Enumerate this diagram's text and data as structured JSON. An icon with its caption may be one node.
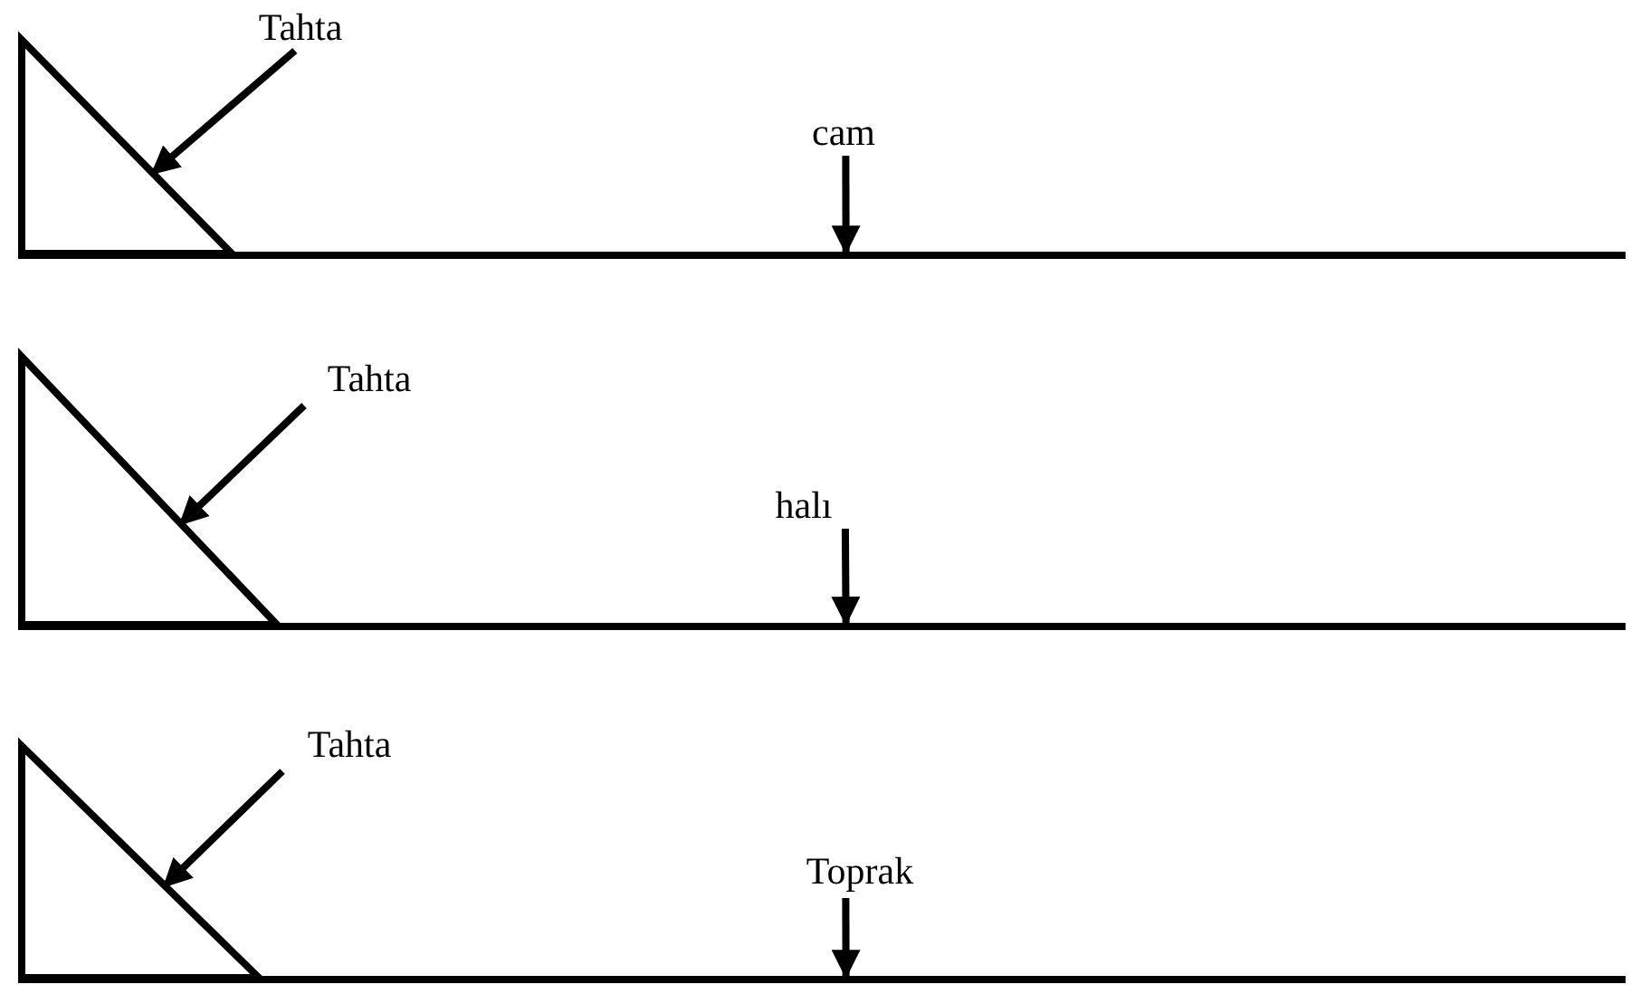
{
  "diagram": {
    "nodes": [
      {
        "text": [
          "Tahta"
        ]
      },
      {
        "text": [],
        "shape": "triangle"
      },
      {
        "text": [
          "cam"
        ]
      },
      {
        "text": [],
        "shape": "line"
      },
      {
        "text": [
          "Tahta"
        ]
      },
      {
        "text": [],
        "shape": "triangle"
      },
      {
        "text": [
          "halı"
        ]
      },
      {
        "text": [],
        "shape": "line"
      },
      {
        "text": [
          "Tahta"
        ]
      },
      {
        "text": [],
        "shape": "triangle"
      },
      {
        "text": [
          "Toprak"
        ]
      },
      {
        "text": [],
        "shape": "line"
      }
    ],
    "edges": [
      {
        "from": 0,
        "to": 1,
        "arrow": "to"
      },
      {
        "from": 2,
        "to": 3,
        "arrow": "to"
      },
      {
        "from": 4,
        "to": 5,
        "arrow": "to"
      },
      {
        "from": 6,
        "to": 7,
        "arrow": "to"
      },
      {
        "from": 8,
        "to": 9,
        "arrow": "to"
      },
      {
        "from": 10,
        "to": 11,
        "arrow": "to"
      }
    ]
  }
}
